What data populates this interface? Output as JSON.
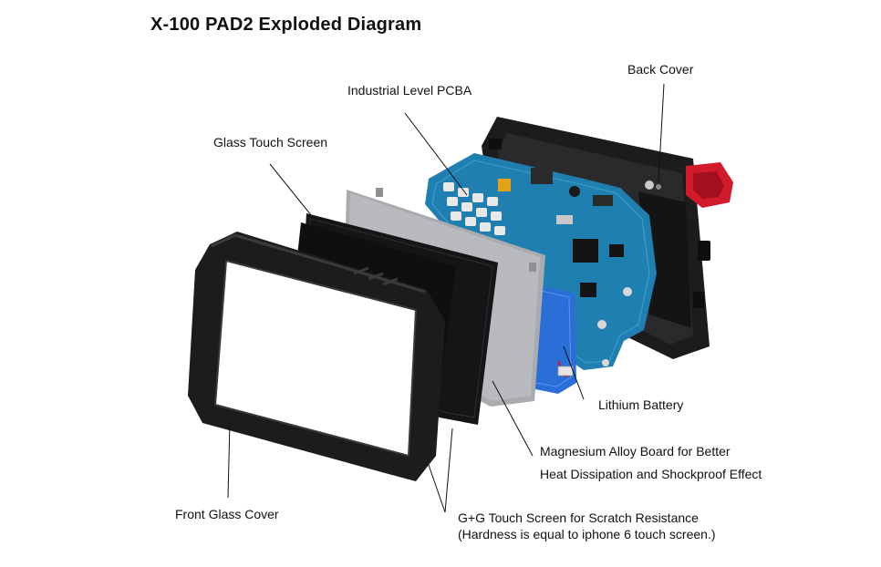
{
  "title": "X-100 PAD2 Exploded Diagram",
  "colors": {
    "frame_black": "#1c1c1e",
    "pcb_blue": "#1f7fb0",
    "battery_blue": "#2a6fd8",
    "alloy_gray": "#a9abae",
    "bumper_red": "#d11a2a"
  },
  "labels": {
    "back_cover": "Back Cover",
    "pcba": "Industrial Level PCBA",
    "glass_touch": "Glass Touch Screen",
    "battery": "Lithium Battery",
    "alloy_line1": "Magnesium Alloy Board for Better",
    "alloy_line2": "Heat Dissipation and Shockproof Effect",
    "front_cover": "Front Glass Cover",
    "gg_line1": "G+G Touch Screen for Scratch Resistance",
    "gg_line2": "(Hardness is equal to iphone 6 touch screen.)"
  }
}
